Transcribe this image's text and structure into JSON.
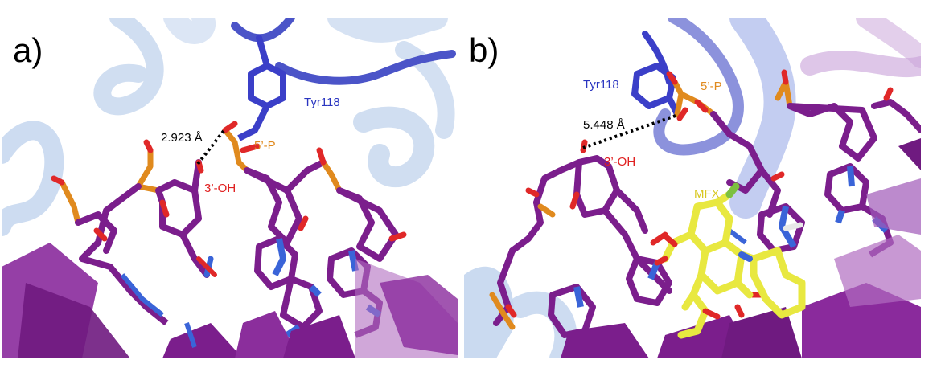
{
  "panels": [
    {
      "letter": "a)",
      "labels": {
        "residue": "Tyr118",
        "distance": "2.923 Å",
        "phosphate": "5’-P",
        "hydroxyl": "3’-OH"
      }
    },
    {
      "letter": "b)",
      "labels": {
        "residue": "Tyr118",
        "distance": "5.448 Å",
        "phosphate": "5’-P",
        "hydroxyl": "3’-OH",
        "ligand": "MFX"
      }
    }
  ],
  "colors": {
    "background": "#ffffff",
    "protein_ribbon": "#b4c8e8",
    "tyr_residue": "#3b3fc8",
    "dna_carbon": "#7b1e8c",
    "nitrogen": "#3a64d8",
    "oxygen": "#e02828",
    "phosphorus": "#e08a1e",
    "ligand": "#e8e840",
    "fluorine": "#7cc040",
    "distance_line": "#000000",
    "label_residue": "#2a35c0",
    "label_phosphate": "#e08a1e",
    "label_hydroxyl": "#e02020",
    "label_ligand": "#d8c820"
  },
  "icons": [
    "molecular-structure-render",
    "distance-dotted-line"
  ]
}
